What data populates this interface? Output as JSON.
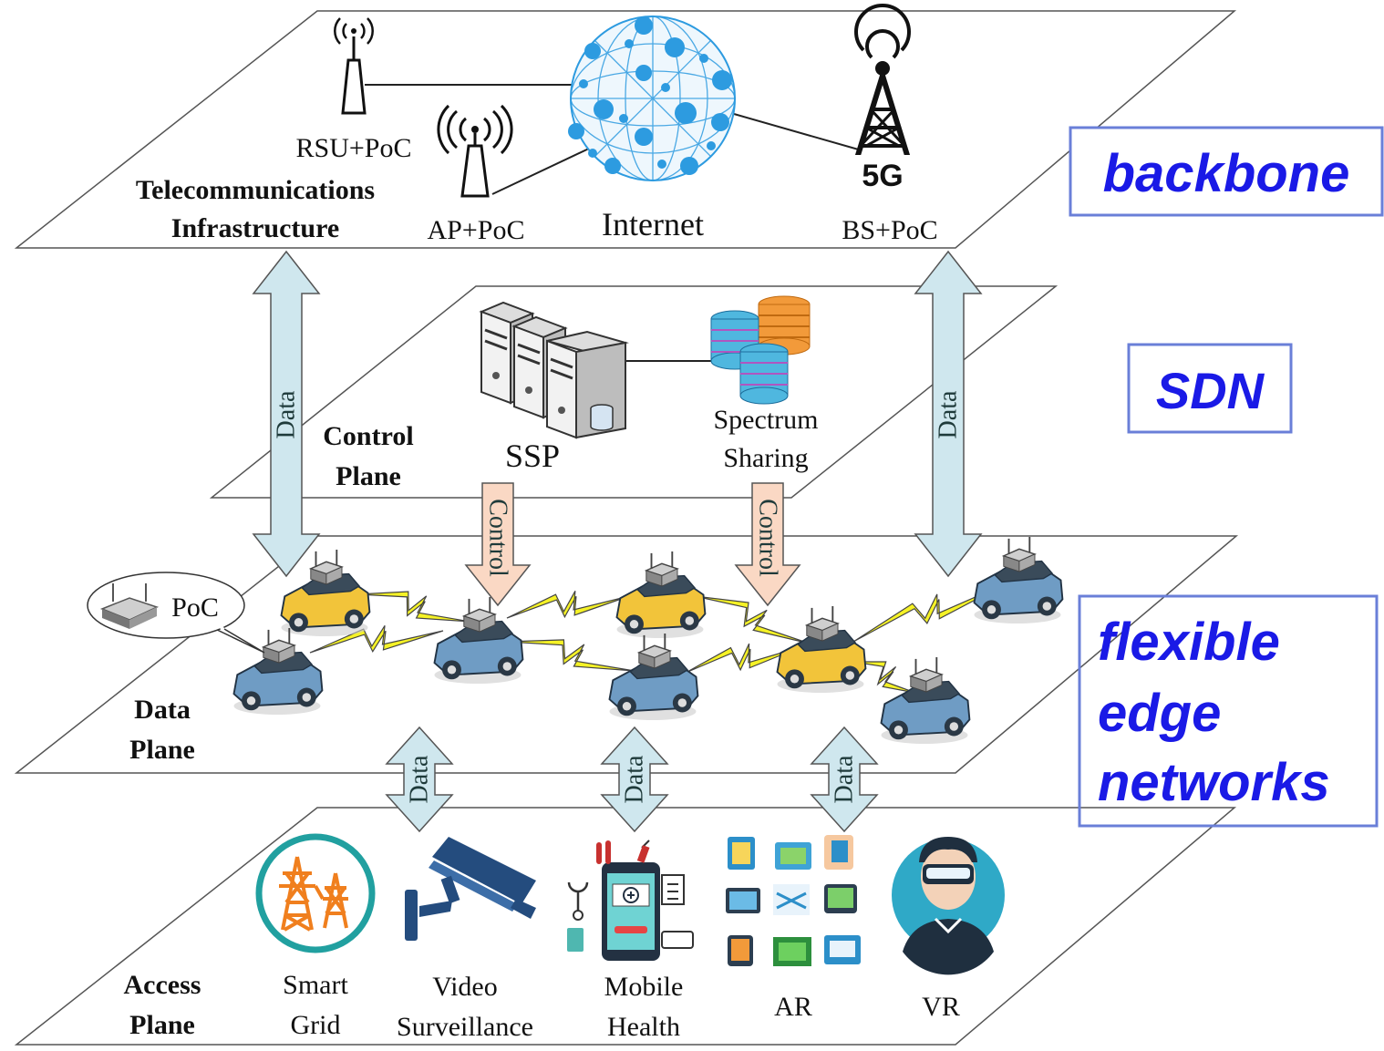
{
  "colors": {
    "tag_border": "#6a7fd8",
    "tag_text": "#1a1ae6",
    "arrow_data_fill": "#cfe7ee",
    "arrow_control_fill": "#fad8c4",
    "wireless": "#f5f226",
    "car_blue": "#6f9cc4",
    "car_yellow": "#f2c43a",
    "network_blue": "#2d9be0"
  },
  "tags": {
    "backbone": "backbone",
    "sdn": "SDN",
    "edge_lines": [
      "flexible",
      "edge",
      "networks"
    ]
  },
  "telecom_plane": {
    "title_lines": [
      "Telecommunications",
      "Infrastructure"
    ],
    "rsu": "RSU+PoC",
    "ap": "AP+PoC",
    "internet": "Internet",
    "bs": "BS+PoC",
    "bs_icon_text": "5G"
  },
  "control_plane": {
    "title_lines": [
      "Control",
      "Plane"
    ],
    "ssp": "SSP",
    "spectrum_lines": [
      "Spectrum",
      "Sharing"
    ]
  },
  "data_plane": {
    "title_lines": [
      "Data",
      "Plane"
    ],
    "poc": "PoC"
  },
  "access_plane": {
    "title_lines": [
      "Access",
      "Plane"
    ],
    "apps": [
      {
        "lines": [
          "Smart",
          "Grid"
        ],
        "icon": "power-tower-icon"
      },
      {
        "lines": [
          "Video",
          "Surveillance"
        ],
        "icon": "cctv-camera-icon"
      },
      {
        "lines": [
          "Mobile",
          "Health"
        ],
        "icon": "mobile-health-icon"
      },
      {
        "lines": [
          "AR"
        ],
        "icon": "ar-grid-icon"
      },
      {
        "lines": [
          "VR"
        ],
        "icon": "vr-headset-icon"
      }
    ]
  },
  "arrows": {
    "data": "Data",
    "control": "Control"
  }
}
